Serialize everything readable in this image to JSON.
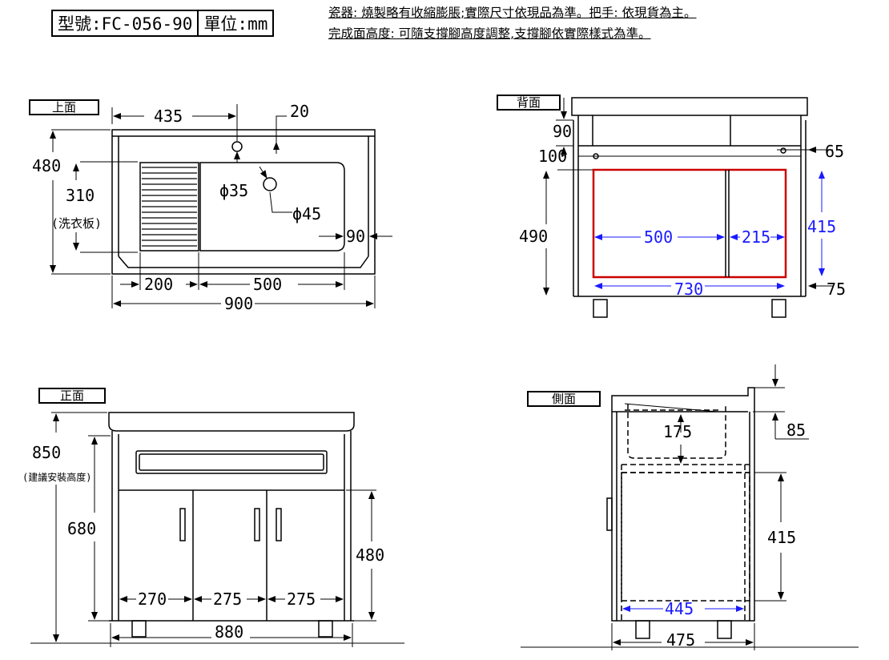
{
  "header": {
    "model_label": "型號:FC-056-90",
    "unit_label": "單位:mm",
    "note_line1": "瓷器: 燒製略有收縮膨脹;實際尺寸依現品為準。把手: 依現貨為主。",
    "note_line2": "完成面高度: 可隨支撐腳高度調整,支撐腳依實際樣式為準。"
  },
  "top_view": {
    "title": "上面",
    "dim_width_overall": "900",
    "dim_depth_overall": "480",
    "dim_washboard_width": "200",
    "dim_basin_width": "500",
    "dim_faucet_offset": "435",
    "dim_faucet_hole_offset": "20",
    "dim_faucet_hole_dia": "ϕ35",
    "dim_drain_dia": "ϕ45",
    "dim_basin_depth": "310",
    "washboard_label": "(洗衣板)",
    "dim_front_margin": "90"
  },
  "back_view": {
    "title": "背面",
    "dim_top_band": "90",
    "dim_bracket": "100",
    "dim_side_offset": "65",
    "dim_height": "490",
    "dim_opening_left": "500",
    "dim_opening_right": "215",
    "dim_opening_height": "415",
    "dim_opening_width": "730",
    "dim_bottom_offset": "75"
  },
  "front_view": {
    "title": "正面",
    "dim_install_height": "850",
    "install_note": "(建議安裝高度)",
    "dim_cabinet_height": "680",
    "dim_door_height": "480",
    "dim_door1": "270",
    "dim_door2": "275",
    "dim_door3": "275",
    "dim_width": "880"
  },
  "side_view": {
    "title": "側面",
    "dim_basin_depth": "175",
    "dim_top_offset": "85",
    "dim_inner_height": "415",
    "dim_inner_depth": "445",
    "dim_depth": "475"
  },
  "colors": {
    "line": "#000000",
    "highlight_box": "#cc0000",
    "dimension_blue": "#1a1aff"
  }
}
